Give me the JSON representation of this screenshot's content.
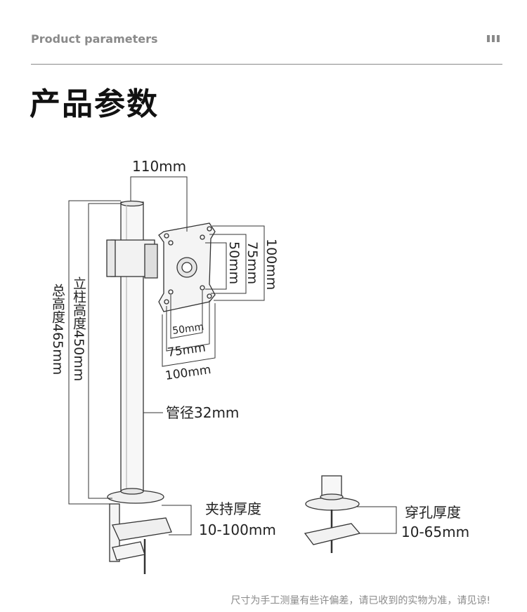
{
  "header": {
    "label": "Product parameters",
    "icon": "menu-bars-icon"
  },
  "title": "产品参数",
  "dimensions": {
    "top_width": "110mm",
    "vesa_v_small": "50mm",
    "vesa_v_medium": "75mm",
    "vesa_v_large": "100mm",
    "vesa_h_small": "50mm",
    "vesa_h_medium": "75mm",
    "vesa_h_large": "100mm",
    "pole_height": "立柱高度450mm",
    "total_height": "总高度465mm",
    "pipe_diameter": "管径32mm",
    "clamp_label": "夹持厚度",
    "clamp_range": "10-100mm",
    "grommet_label": "穿孔厚度",
    "grommet_range": "10-65mm"
  },
  "footer": {
    "note": "尺寸为手工测量有些许偏差，请已收到的实物为准，请见谅!"
  }
}
